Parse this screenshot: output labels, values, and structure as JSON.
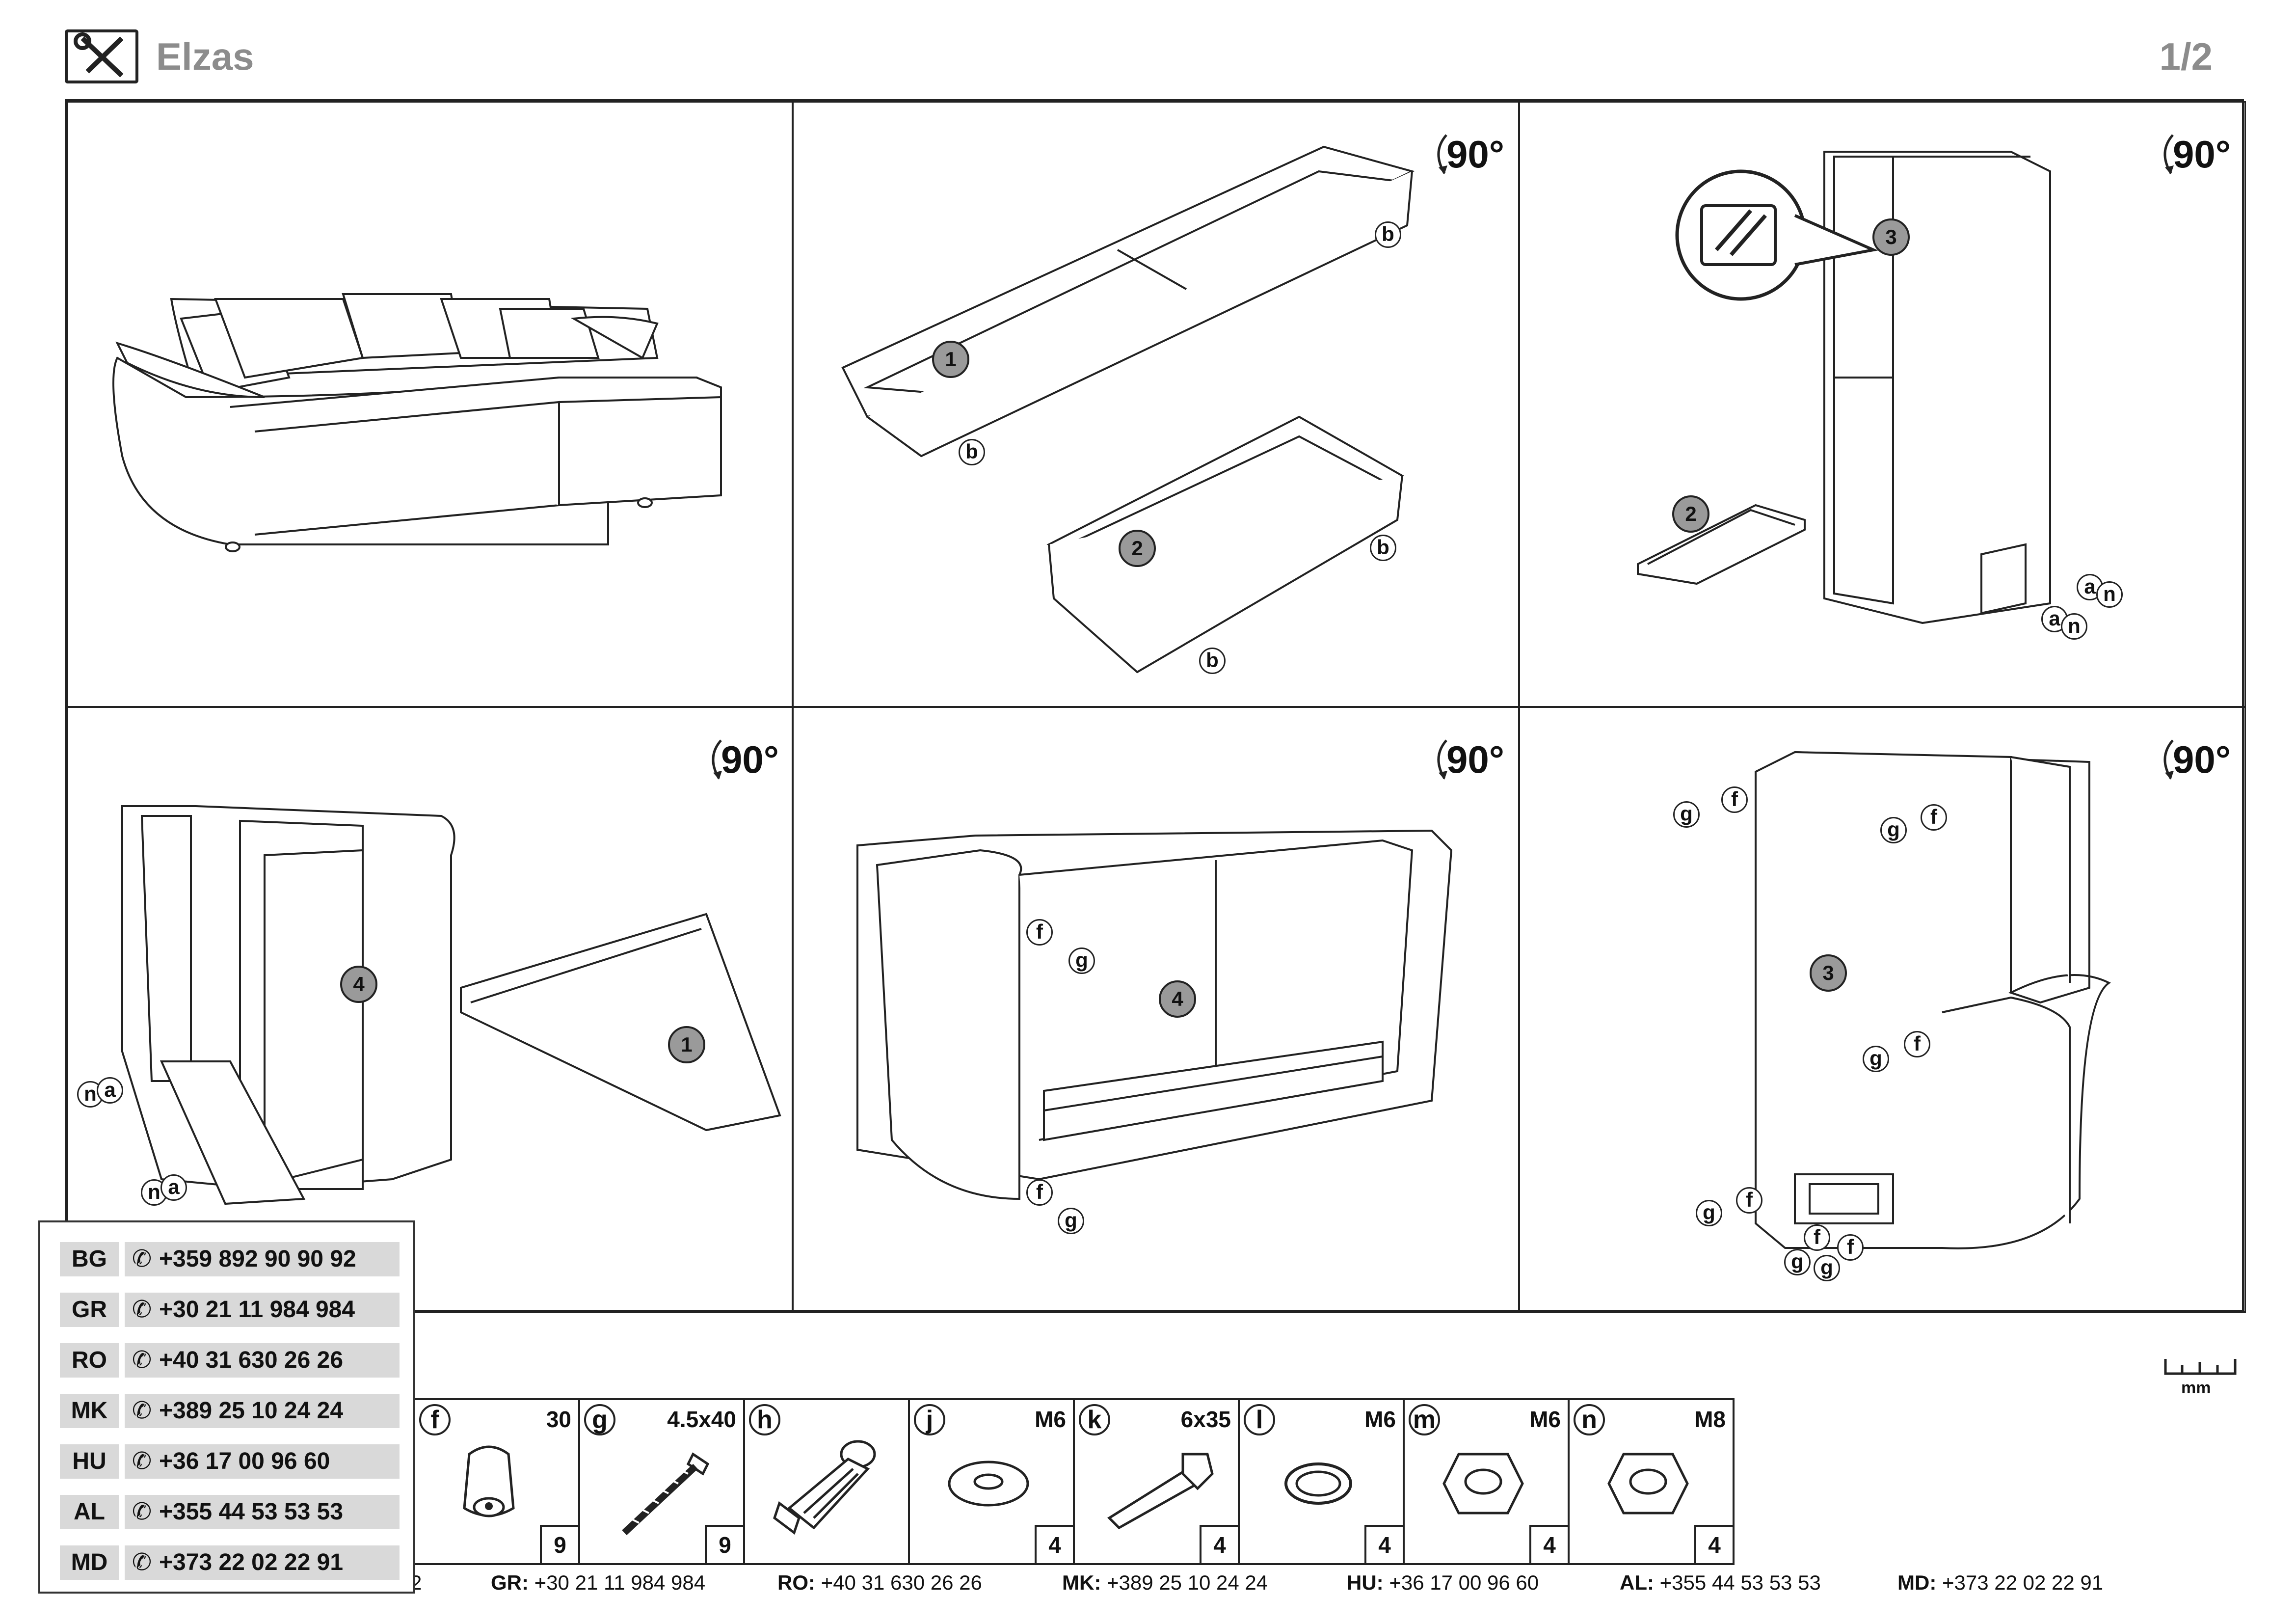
{
  "header": {
    "title": "Elzas",
    "page": "1/2",
    "icon": "tools-icon"
  },
  "rotation_label": "90°",
  "steps": [
    {
      "badges": []
    },
    {
      "badges": [
        "1",
        "2"
      ],
      "labels": [
        "b",
        "b",
        "b",
        "b"
      ]
    },
    {
      "badges": [
        "3",
        "2"
      ],
      "labels": [
        "a",
        "n",
        "a",
        "n"
      ]
    },
    {
      "badges": [
        "4",
        "1"
      ],
      "labels": [
        "n",
        "a",
        "n",
        "a"
      ]
    },
    {
      "badges": [
        "4"
      ],
      "labels": [
        "f",
        "g",
        "f",
        "g"
      ]
    },
    {
      "badges": [
        "3"
      ],
      "labels": [
        "g",
        "f",
        "g",
        "f",
        "g",
        "f",
        "g",
        "f",
        "f",
        "g",
        "g",
        "f"
      ]
    }
  ],
  "scale": {
    "unit": "mm"
  },
  "parts": [
    {
      "letter": "f",
      "spec": "30",
      "qty": "9",
      "icon": "plastic-foot-icon"
    },
    {
      "letter": "g",
      "spec": "4.5x40",
      "qty": "9",
      "icon": "screw-icon"
    },
    {
      "letter": "h",
      "spec": "",
      "qty": "",
      "icon": "hinge-mechanism-icon"
    },
    {
      "letter": "j",
      "spec": "M6",
      "qty": "4",
      "icon": "washer-icon"
    },
    {
      "letter": "k",
      "spec": "6x35",
      "qty": "4",
      "icon": "bolt-icon"
    },
    {
      "letter": "l",
      "spec": "M6",
      "qty": "4",
      "icon": "spring-washer-icon"
    },
    {
      "letter": "m",
      "spec": "M6",
      "qty": "4",
      "icon": "nut-icon"
    },
    {
      "letter": "n",
      "spec": "M8",
      "qty": "4",
      "icon": "nut-icon"
    }
  ],
  "phones": [
    {
      "code": "BG",
      "number": "+359 892 90 90 92"
    },
    {
      "code": "GR",
      "number": "+30 21 11 984 984"
    },
    {
      "code": "RO",
      "number": "+40 31 630 26 26"
    },
    {
      "code": "MK",
      "number": "+389 25 10 24 24"
    },
    {
      "code": "HU",
      "number": "+36 17 00 96 60"
    },
    {
      "code": "AL",
      "number": "+355 44 53 53 53"
    },
    {
      "code": "MD",
      "number": "+373 22 02 22 91"
    }
  ],
  "footer": [
    {
      "code": "GR:",
      "number": "+30 21 11 984 984"
    },
    {
      "code": "RO:",
      "number": "+40 31 630 26 26"
    },
    {
      "code": "MK:",
      "number": "+389 25 10 24 24"
    },
    {
      "code": "HU:",
      "number": "+36 17 00 96 60"
    },
    {
      "code": "AL:",
      "number": "+355 44 53 53 53"
    },
    {
      "code": "MD:",
      "number": "+373 22 02 22 91"
    }
  ],
  "footer_fragment": "2"
}
